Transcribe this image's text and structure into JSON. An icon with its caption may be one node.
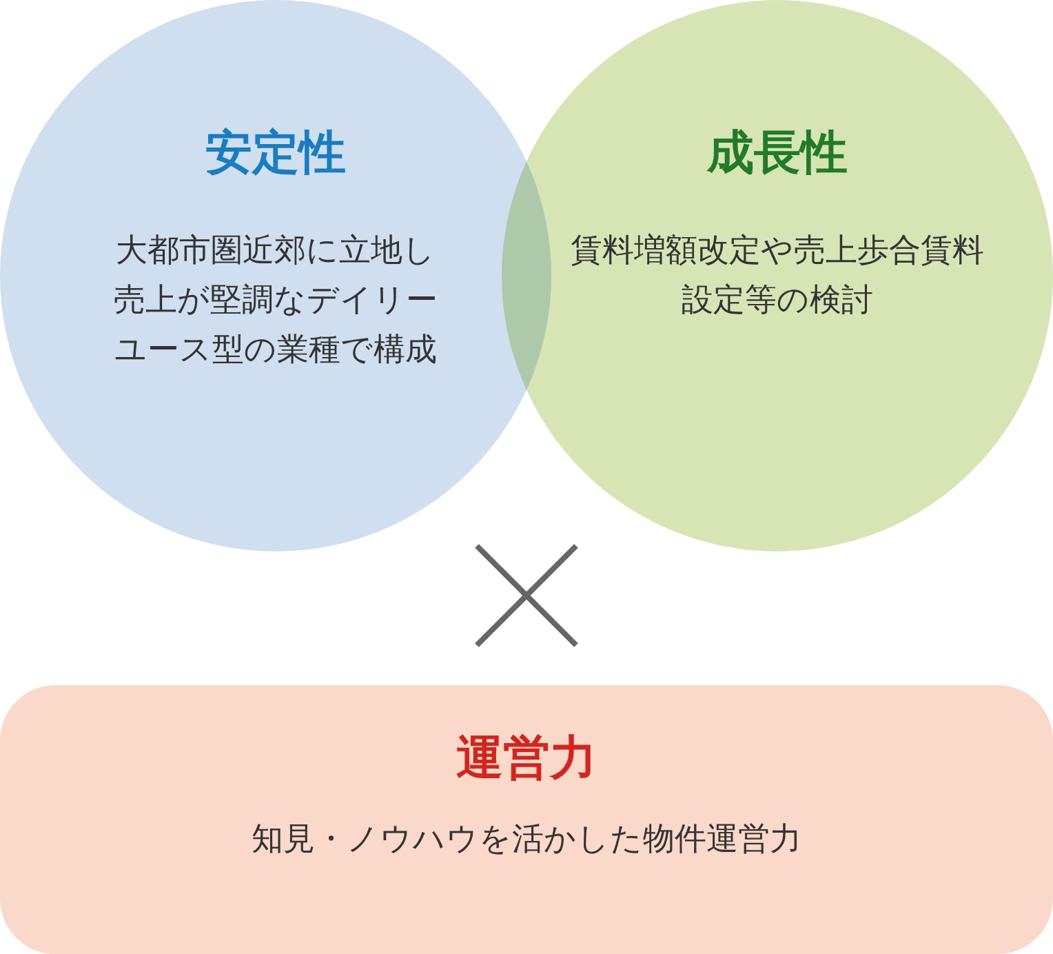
{
  "diagram": {
    "nodes": [
      {
        "text": [
          "安定性",
          "大都市圏近郊に立地し売上が堅調なデイリーユース型の業種で構成"
        ]
      },
      {
        "text": [
          "成長性",
          "賃料増額改定や売上歩合賃料設定等の検討"
        ]
      },
      {
        "text": [
          "運営力",
          "知見・ノウハウを活かした物件運営力"
        ]
      }
    ]
  }
}
